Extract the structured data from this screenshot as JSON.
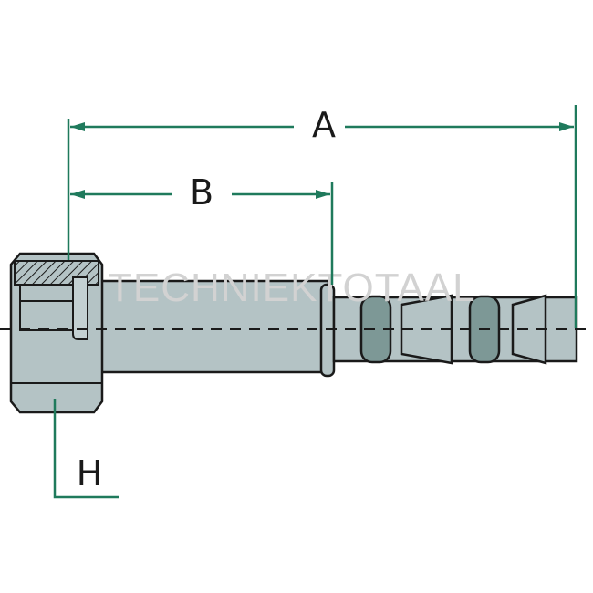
{
  "diagram": {
    "dimensions": {
      "a_label": "A",
      "b_label": "B",
      "h_label": "H"
    },
    "watermark": "TECHNIEKTOTAAL",
    "colors": {
      "dimension_line": "#1f7a5c",
      "body_fill": "#b4c3c5",
      "body_shadow": "#9fb0b2",
      "ring_fill": "#7d9896",
      "outline": "#1a1a1a"
    }
  }
}
